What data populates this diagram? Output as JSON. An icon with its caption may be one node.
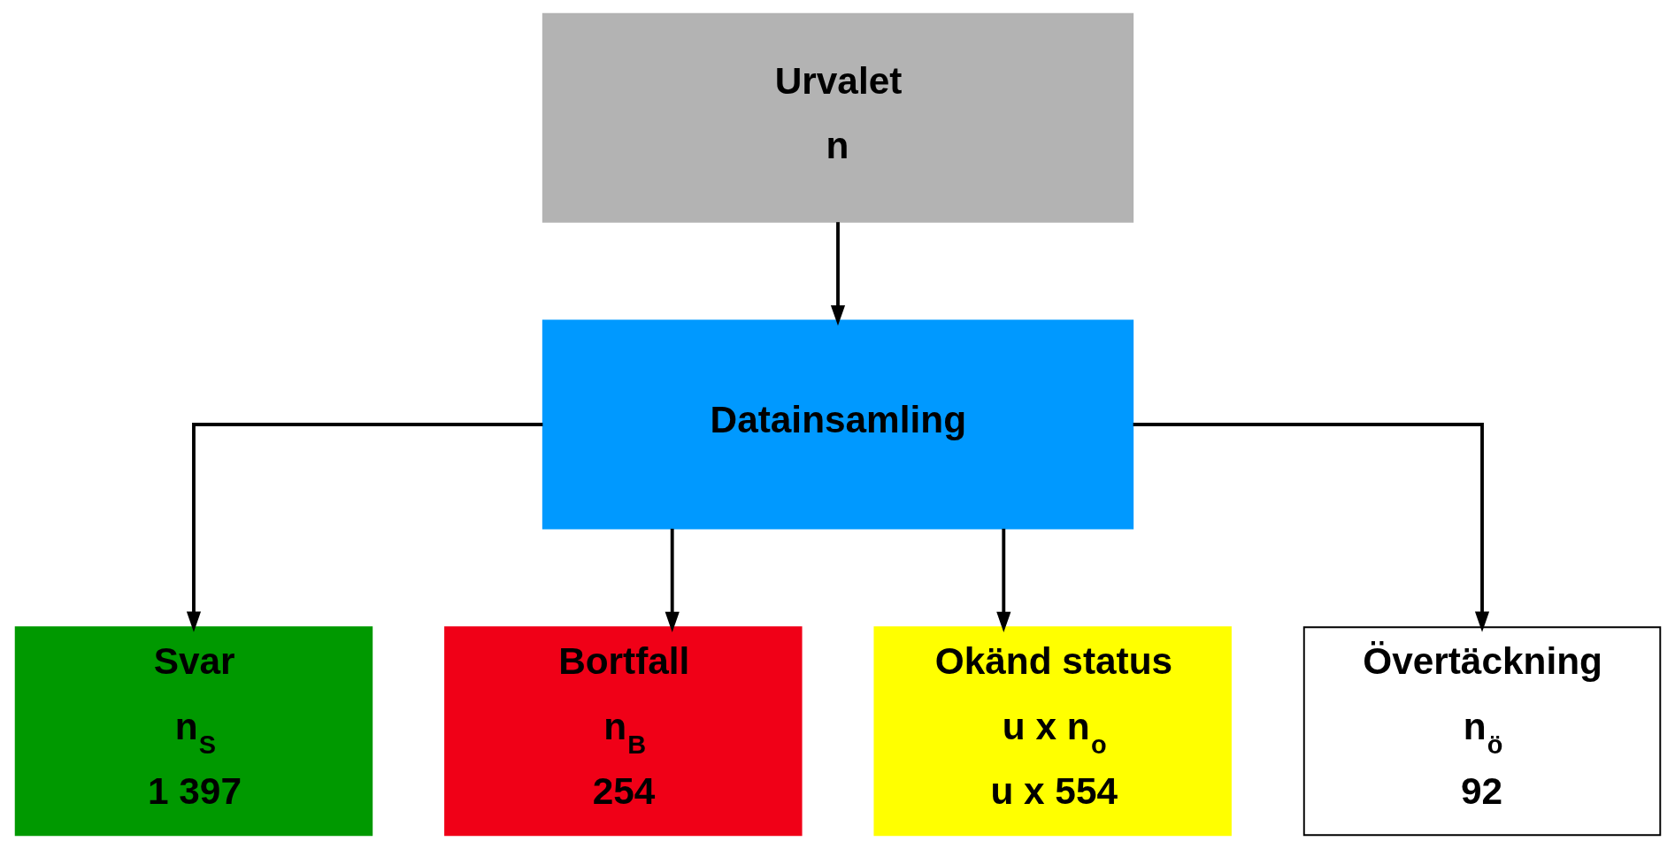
{
  "diagram": {
    "nodes": [
      {
        "text": [
          "Urvalet",
          "n"
        ]
      },
      {
        "text": [
          "Datainsamling"
        ]
      },
      {
        "text": [
          "Svar",
          "n$_{S}$",
          "1 397"
        ]
      },
      {
        "text": [
          "Bortfall",
          "n$_{B}$",
          "254"
        ]
      },
      {
        "text": [
          "Okänd status",
          "u x n$_{o}$",
          "u x 554"
        ]
      },
      {
        "text": [
          "Övertäckning",
          "n$_{ö}$",
          "92"
        ]
      }
    ],
    "edges": [
      {
        "from": 0,
        "to": 1,
        "arrow": "to"
      },
      {
        "from": 1,
        "to": 2,
        "arrow": "to"
      },
      {
        "from": 1,
        "to": 3,
        "arrow": "to"
      },
      {
        "from": 1,
        "to": 4,
        "arrow": "to"
      },
      {
        "from": 1,
        "to": 5,
        "arrow": "to"
      }
    ]
  }
}
